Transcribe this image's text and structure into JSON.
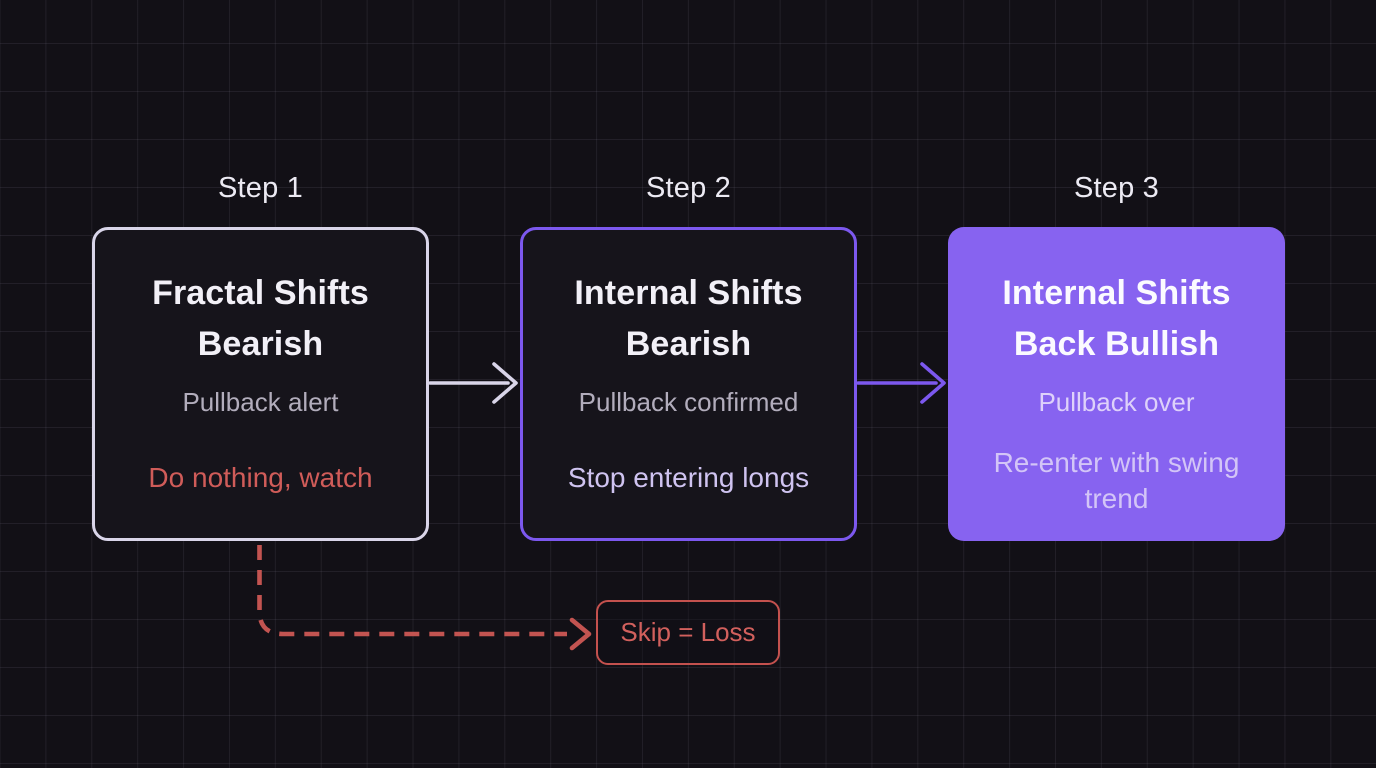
{
  "diagram": {
    "steps": [
      {
        "label": "Step 1",
        "title": "Fractal Shifts Bearish",
        "subtitle": "Pullback alert",
        "action": "Do nothing, watch"
      },
      {
        "label": "Step 2",
        "title": "Internal Shifts Bearish",
        "subtitle": "Pullback confirmed",
        "action": "Stop entering longs"
      },
      {
        "label": "Step 3",
        "title": "Internal Shifts Back Bullish",
        "subtitle": "Pullback over",
        "action": "Re-enter with swing trend"
      }
    ],
    "warning": {
      "label": "Skip = Loss"
    },
    "colors": {
      "background": "#121016",
      "grid_line": "#26232c",
      "card_background": "#16141b",
      "step1_border": "#d9d5e9",
      "step2_border": "#7c58ee",
      "step3_fill": "#8763f0",
      "title_text": "#f2f0f7",
      "muted_text": "#b2adbc",
      "lavender_text": "#cfc3f0",
      "step3_muted_text": "#ded1fa",
      "warning_red": "#c9534f"
    }
  }
}
